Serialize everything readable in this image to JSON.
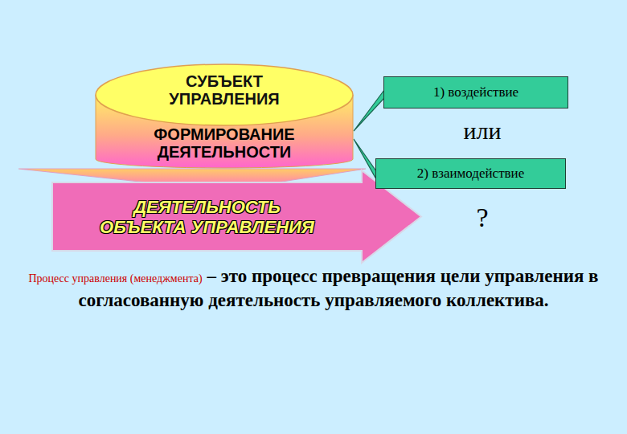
{
  "diagram": {
    "nodes": [
      {
        "text": [
          "СУБЪЕКТ УПРАВЛЕНИЯ",
          "ФОРМИРОВАНИЕ ДЕЯТЕЛЬНОСТИ"
        ]
      },
      {
        "text": [
          "ДЕЯТЕЛЬНОСТЬ ОБЪЕКТА УПРАВЛЕНИЯ"
        ]
      },
      {
        "text": [
          "1) воздействие"
        ]
      },
      {
        "text": [
          "2) взаимодействие"
        ]
      }
    ],
    "edges": [
      {
        "from": 0,
        "to": 1,
        "arrow": "to"
      },
      {
        "from": 0,
        "to": 2,
        "arrow": "none"
      },
      {
        "from": 0,
        "to": 3,
        "arrow": "none"
      }
    ],
    "labels": [
      "или",
      "?",
      "Процесс управления (менеджмента)",
      "– это процесс превращения цели управления в согласованную деятельность управляемого коллектива."
    ]
  }
}
